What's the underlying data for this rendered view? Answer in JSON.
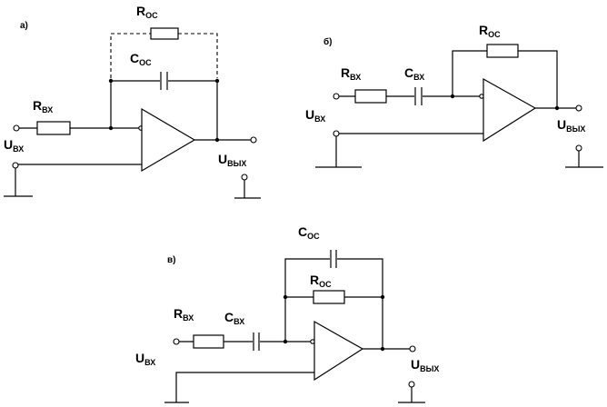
{
  "circuit_a": {
    "panel_label": "а)",
    "r_fb": {
      "main": "R",
      "sub": "ОС"
    },
    "c_fb": {
      "main": "C",
      "sub": "ОС"
    },
    "r_in": {
      "main": "R",
      "sub": "ВХ"
    },
    "u_in": {
      "main": "U",
      "sub": "ВХ"
    },
    "u_out": {
      "main": "U",
      "sub": "ВЫХ"
    }
  },
  "circuit_b": {
    "panel_label": "б)",
    "r_fb": {
      "main": "R",
      "sub": "ОС"
    },
    "r_in": {
      "main": "R",
      "sub": "ВХ"
    },
    "c_in": {
      "main": "C",
      "sub": "ВХ"
    },
    "u_in": {
      "main": "U",
      "sub": "ВХ"
    },
    "u_out": {
      "main": "U",
      "sub": "ВЫХ"
    }
  },
  "circuit_c": {
    "panel_label": "в)",
    "c_fb": {
      "main": "C",
      "sub": "ОС"
    },
    "r_fb": {
      "main": "R",
      "sub": "ОС"
    },
    "r_in": {
      "main": "R",
      "sub": "ВХ"
    },
    "c_in": {
      "main": "C",
      "sub": "ВХ"
    },
    "u_in": {
      "main": "U",
      "sub": "ВХ"
    },
    "u_out": {
      "main": "U",
      "sub": "ВЫХ"
    }
  }
}
